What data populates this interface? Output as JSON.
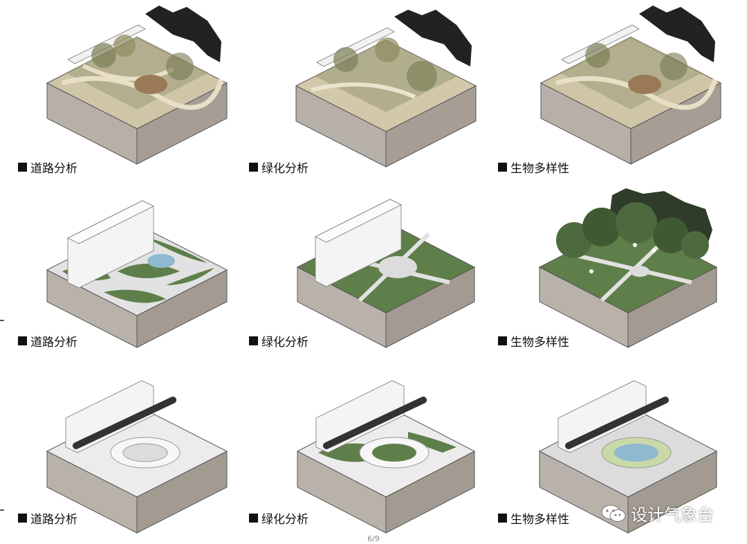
{
  "grid": {
    "rows": [
      {
        "row": "photo-model",
        "cells": [
          {
            "caption": "道路分析",
            "variant": "photo",
            "plaza": true
          },
          {
            "caption": "绿化分析",
            "variant": "photo",
            "plaza": false
          },
          {
            "caption": "生物多样性",
            "variant": "photo",
            "plaza": true
          }
        ]
      },
      {
        "row": "simple-model",
        "cells": [
          {
            "caption": "道路分析",
            "variant": "curvy-paths"
          },
          {
            "caption": "绿化分析",
            "variant": "cross-lawn"
          },
          {
            "caption": "生物多样性",
            "variant": "forest-deer"
          }
        ]
      },
      {
        "row": "detailed-model",
        "cells": [
          {
            "caption": "道路分析",
            "variant": "roads-white"
          },
          {
            "caption": "绿化分析",
            "variant": "roads-green"
          },
          {
            "caption": "生物多样性",
            "variant": "roads-bio"
          }
        ]
      }
    ]
  },
  "page_indicator": "6/9",
  "watermark": {
    "text": "设计气象台",
    "icon": "wechat-icon"
  },
  "colors": {
    "soil_side": "#b9b2aa",
    "soil_dark": "#a39b92",
    "lawn": "#5f7f4a",
    "path": "#e2e2e2",
    "water": "#8fb9cf"
  }
}
